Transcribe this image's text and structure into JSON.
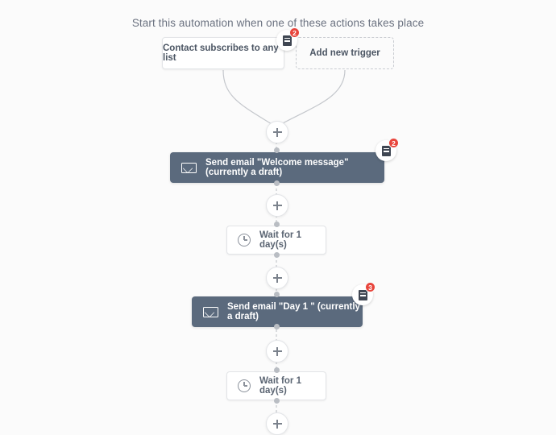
{
  "header": {
    "title": "Start this automation when one of these actions takes place"
  },
  "triggers": [
    {
      "label": "Contact subscribes to any list",
      "style": "solid",
      "badge": {
        "icon": "note-icon",
        "count": "2"
      }
    },
    {
      "label": "Add new trigger",
      "style": "dashed"
    }
  ],
  "steps": [
    {
      "type": "add",
      "icon": "plus-icon",
      "label": "+"
    },
    {
      "type": "email",
      "icon": "envelope-icon",
      "label": "Send email \"Welcome message\" (currently a draft)",
      "badge": {
        "icon": "note-icon",
        "count": "2"
      }
    },
    {
      "type": "add",
      "icon": "plus-icon",
      "label": "+"
    },
    {
      "type": "wait",
      "icon": "clock-icon",
      "label": "Wait for 1 day(s)"
    },
    {
      "type": "add",
      "icon": "plus-icon",
      "label": "+"
    },
    {
      "type": "email",
      "icon": "envelope-icon",
      "label": "Send email \"Day 1 \" (currently a draft)",
      "badge": {
        "icon": "note-icon",
        "count": "3"
      }
    },
    {
      "type": "add",
      "icon": "plus-icon",
      "label": "+"
    },
    {
      "type": "wait",
      "icon": "clock-icon",
      "label": "Wait for 1 day(s)"
    },
    {
      "type": "add",
      "icon": "plus-icon",
      "label": "+"
    }
  ],
  "colors": {
    "background": "#fbfbfb",
    "email_bar": "#5b6a7d",
    "badge_red": "#e8453c",
    "connector": "#c4c7cc",
    "text": "#5a6472"
  }
}
